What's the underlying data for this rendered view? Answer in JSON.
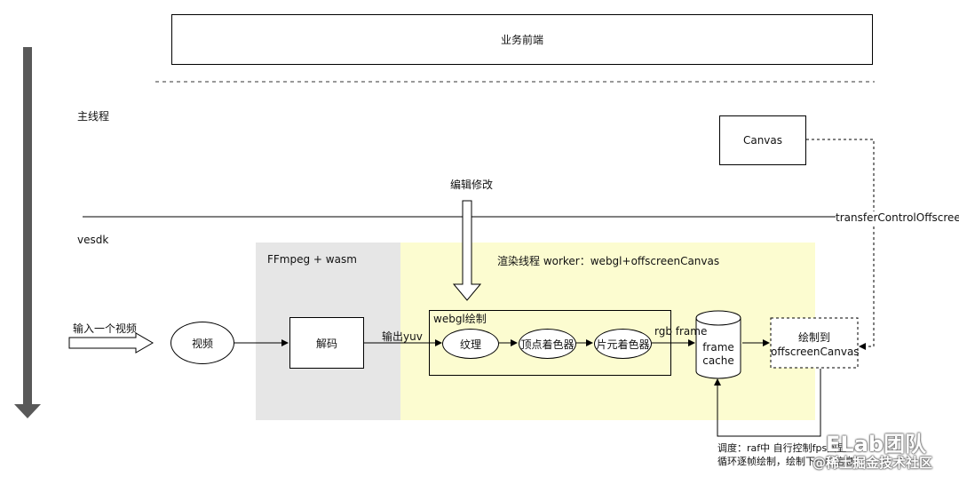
{
  "frontend": {
    "label": "业务前端"
  },
  "main_thread": {
    "label": "主线程"
  },
  "canvas": {
    "label": "Canvas"
  },
  "edit": {
    "label": "编辑修改"
  },
  "transfer": {
    "label": "transferControlOffscreen"
  },
  "vesdk": {
    "label": "vesdk"
  },
  "ffmpeg": {
    "label": "FFmpeg + wasm"
  },
  "render_worker": {
    "label": "渲染线程 worker：webgl+offscreenCanvas"
  },
  "input": {
    "label": "输入一个视频"
  },
  "video": {
    "label": "视频"
  },
  "decode": {
    "label": "解码"
  },
  "output_yuv": {
    "label": "输出yuv"
  },
  "webgl": {
    "label": "webgl绘制",
    "texture": "纹理",
    "vertex_shader": "顶点着色器",
    "fragment_shader": "片元着色器"
  },
  "rgb_frame": {
    "label": "rgb frame"
  },
  "frame_cache": {
    "line1": "frame",
    "line2": "cache"
  },
  "draw_to": {
    "line1": "绘制到",
    "line2": "offscreenCanvas"
  },
  "schedule": {
    "line1": "调度：raf中 自行控制fps回显",
    "line2": "循环逐帧绘制，绘制下一帧信息"
  },
  "watermark": {
    "brand": "ELab团队",
    "site": "@稀土掘金技术社区"
  },
  "colors": {
    "gray_region": "#e6e6e6",
    "yellow_region": "#fcfcd0",
    "left_arrow": "#595959"
  }
}
